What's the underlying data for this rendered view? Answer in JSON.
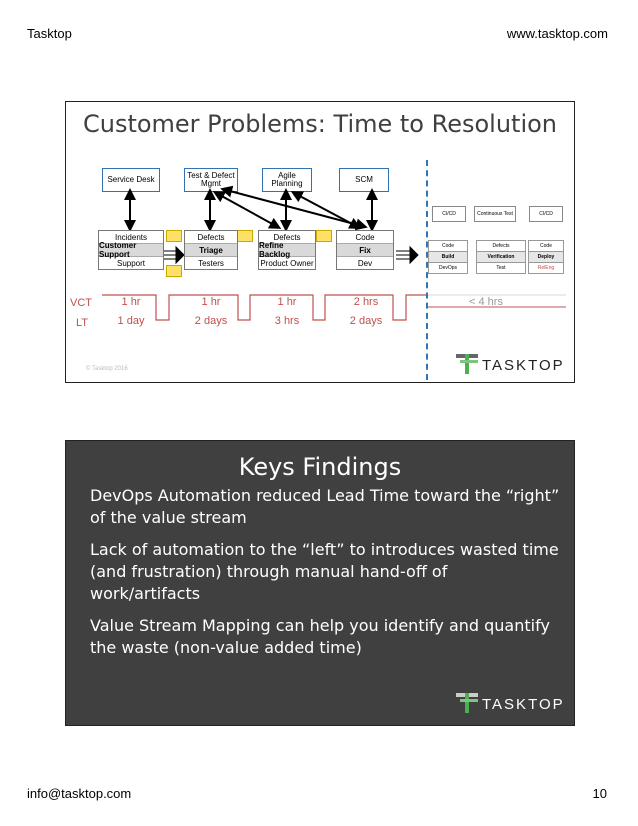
{
  "header": {
    "left": "Tasktop",
    "right": "www.tasktop.com"
  },
  "footer": {
    "left": "info@tasktop.com",
    "right": "10"
  },
  "slide1": {
    "title": "Customer Problems: Time to Resolution",
    "tools": [
      "Service Desk",
      "Test & Defect\nMgmt",
      "Agile\nPlanning",
      "SCM"
    ],
    "stacks": [
      [
        "Incidents",
        "Customer Support",
        "Support"
      ],
      [
        "Defects",
        "Triage",
        "Testers"
      ],
      [
        "Defects",
        "Refine Backlog",
        "Product Owner"
      ],
      [
        "Code",
        "Fix",
        "Dev"
      ]
    ],
    "cicd": {
      "top": [
        "CI/CD",
        "Continuous Test",
        "CI/CD"
      ],
      "cols": [
        [
          "Code",
          "Build",
          "DevOps"
        ],
        [
          "Defects",
          "Verification",
          "Test"
        ],
        [
          "Code",
          "Deploy",
          "RelEng"
        ]
      ]
    },
    "vct_label": "VCT",
    "lt_label": "LT",
    "vct_values": [
      "1 hr",
      "1 hr",
      "1 hr",
      "2 hrs",
      "< 4 hrs"
    ],
    "lt_values": [
      "1 day",
      "2 days",
      "3 hrs",
      "2 days"
    ],
    "copyright": "© Tasktop 2016",
    "logo_text": "TASKTOP"
  },
  "slide2": {
    "title": "Keys Findings",
    "points": [
      "DevOps Automation reduced Lead Time toward the “right” of the value stream",
      "Lack of automation to the “left” to introduces wasted time (and frustration) through manual hand-off of work/artifacts",
      "Value Stream Mapping can help you identify and quantify the waste (non-value added time)"
    ],
    "logo_text": "TASKTOP"
  },
  "colors": {
    "accent_red": "#c0504d",
    "accent_blue": "#2e75b6",
    "slide2_bg": "#404040"
  }
}
